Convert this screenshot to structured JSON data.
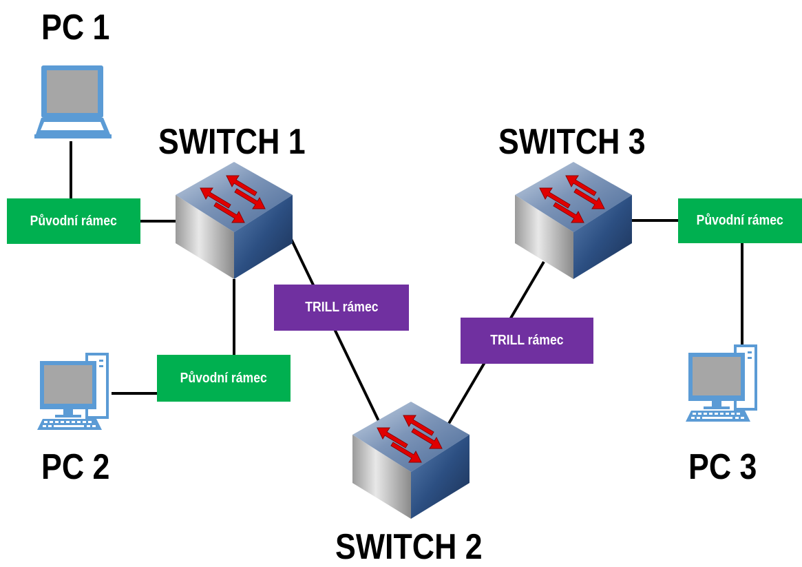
{
  "nodes": {
    "pc1": {
      "label": "PC 1"
    },
    "pc2": {
      "label": "PC 2"
    },
    "pc3": {
      "label": "PC 3"
    },
    "switch1": {
      "label": "SWITCH 1"
    },
    "switch2": {
      "label": "SWITCH 2"
    },
    "switch3": {
      "label": "SWITCH 3"
    }
  },
  "frames": {
    "original_pc1": "Původní rámec",
    "original_pc2": "Původní rámec",
    "original_pc3": "Původní rámec",
    "trill_sw1_sw2": "TRILL rámec",
    "trill_sw2_sw3": "TRILL rámec"
  },
  "colors": {
    "original_frame": "#00b050",
    "trill_frame": "#7030a0",
    "link": "#000000",
    "device_blue": "#5b9bd5",
    "arrow_red": "#e00000"
  },
  "icons": {
    "pc1": "laptop-icon",
    "pc2": "desktop-computer-icon",
    "pc3": "desktop-computer-icon",
    "switch": "network-switch-icon"
  }
}
